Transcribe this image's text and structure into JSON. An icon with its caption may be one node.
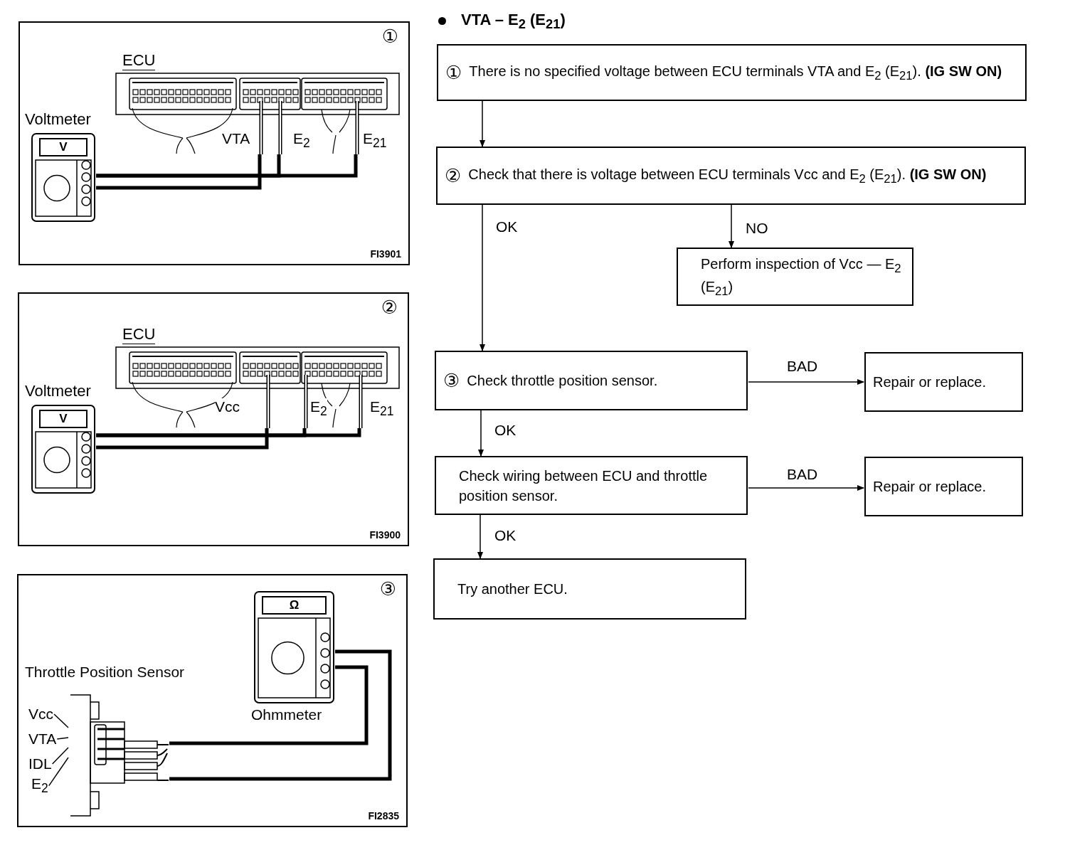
{
  "diagram": {
    "title": "VTA – E$_{2}$ (E$_{21}$)",
    "nodes": [
      {
        "text": [
          "①",
          "There is no specified voltage between ECU terminals VTA and E$_{2}$ (E$_{21}$). **(IG SW ON)**"
        ]
      },
      {
        "text": [
          "②",
          "Check that there is voltage between ECU terminals Vcc and E$_{2}$ (E$_{21}$). **(IG SW ON)**"
        ]
      },
      {
        "text": [
          "Perform inspection of Vcc — E$_{2}$ (E$_{21}$)"
        ]
      },
      {
        "text": [
          "③",
          "Check throttle position sensor."
        ]
      },
      {
        "text": [
          "Repair or replace."
        ]
      },
      {
        "text": [
          "Check wiring between ECU and throttle position sensor."
        ]
      },
      {
        "text": [
          "Repair or replace."
        ]
      },
      {
        "text": [
          "Try another ECU."
        ]
      },
      {
        "text": [
          "①",
          "FI3901"
        ]
      },
      {
        "text": [
          "ECU"
        ],
        "in": 8,
        "beside": [
          "VTA",
          "E$_{2}$",
          "E$_{21}$"
        ]
      },
      {
        "text": [
          "Voltmeter",
          "V"
        ],
        "in": 8
      },
      {
        "text": [
          "②",
          "FI3900"
        ]
      },
      {
        "text": [
          "ECU"
        ],
        "in": 11,
        "beside": [
          "Vcc",
          "E$_{2}$",
          "E$_{21}$"
        ]
      },
      {
        "text": [
          "Voltmeter",
          "V"
        ],
        "in": 11
      },
      {
        "text": [
          "③",
          "FI2835"
        ]
      },
      {
        "text": [
          "Ω",
          "Ohmmeter"
        ],
        "in": 14
      },
      {
        "text": [],
        "shape": "picture",
        "in": 14
      },
      {
        "text": [
          "Vcc"
        ],
        "in": 14
      },
      {
        "text": [
          "VTA"
        ],
        "in": 14
      },
      {
        "text": [
          "IDL"
        ],
        "in": 14
      },
      {
        "text": [
          "E$_{2}$"
        ],
        "in": 14
      }
    ],
    "edges": [
      {
        "from": 0,
        "to": 1,
        "arrow": "to"
      },
      {
        "from": 1,
        "to": 3,
        "arrow": "to",
        "label": "OK"
      },
      {
        "from": 1,
        "to": 2,
        "arrow": "to",
        "label": "NO"
      },
      {
        "from": 3,
        "to": 4,
        "arrow": "to",
        "label": "BAD"
      },
      {
        "from": 3,
        "to": 5,
        "arrow": "to",
        "label": "OK"
      },
      {
        "from": 5,
        "to": 6,
        "arrow": "to",
        "label": "BAD"
      },
      {
        "from": 5,
        "to": 7,
        "arrow": "to",
        "label": "OK"
      },
      {
        "from": 10,
        "to": 9,
        "arrow": "none",
        "style": "thick"
      },
      {
        "from": 10,
        "to": 9,
        "arrow": "none",
        "style": "thick"
      },
      {
        "from": 10,
        "to": 9,
        "arrow": "none",
        "style": "thick"
      },
      {
        "from": 13,
        "to": 12,
        "arrow": "none",
        "style": "thick"
      },
      {
        "from": 13,
        "to": 12,
        "arrow": "none",
        "style": "thick"
      },
      {
        "from": 13,
        "to": 12,
        "arrow": "none",
        "style": "thick"
      },
      {
        "from": 15,
        "to": 16,
        "arrow": "none",
        "style": "thick"
      },
      {
        "from": 15,
        "to": 16,
        "arrow": "none",
        "style": "thick"
      },
      {
        "from": 17,
        "to": 16,
        "arrow": "none"
      },
      {
        "from": 18,
        "to": 16,
        "arrow": "none"
      },
      {
        "from": 19,
        "to": 16,
        "arrow": "none"
      },
      {
        "from": 20,
        "to": 16,
        "arrow": "none"
      }
    ],
    "labels": [
      "Throttle Position Sensor"
    ]
  }
}
